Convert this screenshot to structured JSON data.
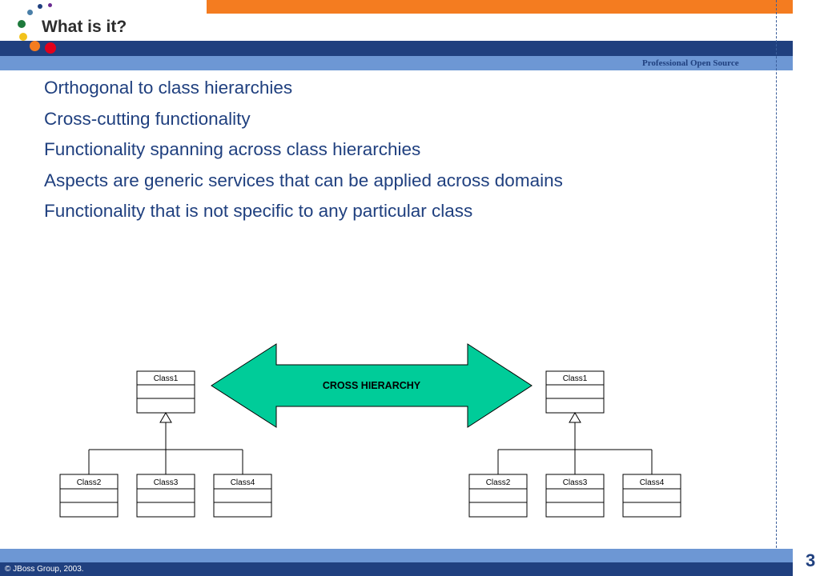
{
  "slide": {
    "title": "What is it?",
    "tagline": "Professional Open Source",
    "copyright": "© JBoss Group, 2003.",
    "page_number": "3"
  },
  "bullets": [
    "Orthogonal to class hierarchies",
    "Cross-cutting functionality",
    "Functionality spanning across class hierarchies",
    "Aspects are generic services that can be applied across domains",
    "Functionality that is not specific to any particular class"
  ],
  "diagram": {
    "arrow_label": "CROSS HIERARCHY",
    "left_hierarchy": {
      "parent": "Class1",
      "children": [
        "Class2",
        "Class3",
        "Class4"
      ]
    },
    "right_hierarchy": {
      "parent": "Class1",
      "children": [
        "Class2",
        "Class3",
        "Class4"
      ]
    }
  },
  "colors": {
    "brand_dark_blue": "#20407f",
    "brand_light_blue": "#6d97d4",
    "accent_orange": "#f47c20",
    "arrow_fill": "#00cc99"
  }
}
